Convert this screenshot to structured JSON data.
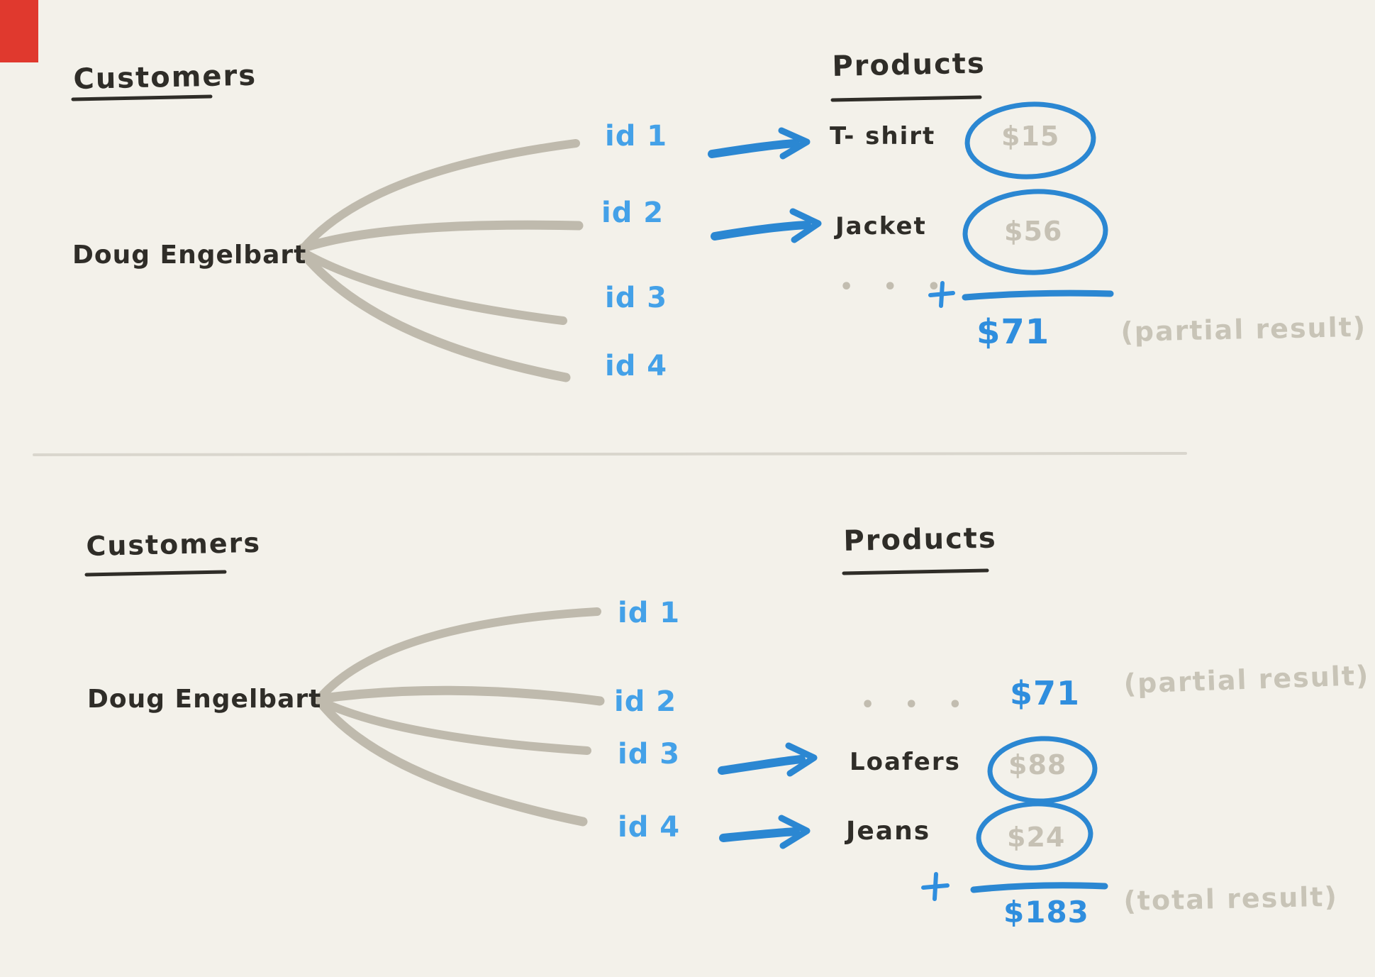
{
  "colors": {
    "background": "#f3f1ea",
    "ink": "#2f2d28",
    "id_blue": "#44a1e8",
    "arrow_blue": "#2b87d2",
    "sum_blue": "#2f8ede",
    "price_gray": "#c6c1b4",
    "label_gray": "#c8c4b7",
    "fan_gray": "#bfbaad",
    "divider_gray": "#d9d6cd",
    "marker_red": "#e0392e"
  },
  "top": {
    "customers_heading": "Customers",
    "products_heading": "Products",
    "customer_name": "Doug Engelbart",
    "ids": {
      "id1": "id 1",
      "id2": "id 2",
      "id3": "id 3",
      "id4": "id 4"
    },
    "rows": {
      "product1": "T- shirt",
      "price1": "$15",
      "product2": "Jacket",
      "price2": "$56"
    },
    "ellipsis": "• • •",
    "plus": "+",
    "sum": "$71",
    "sum_label": "(partial result)"
  },
  "bottom": {
    "customers_heading": "Customers",
    "products_heading": "Products",
    "customer_name": "Doug Engelbart",
    "ids": {
      "id1": "id 1",
      "id2": "id 2",
      "id3": "id 3",
      "id4": "id 4"
    },
    "ellipsis": "• • •",
    "carryover_sum": "$71",
    "carryover_label": "(partial result)",
    "rows": {
      "product3": "Loafers",
      "price3": "$88",
      "product4": "Jeans",
      "price4": "$24"
    },
    "plus": "+",
    "sum": "$183",
    "sum_label": "(total result)"
  }
}
